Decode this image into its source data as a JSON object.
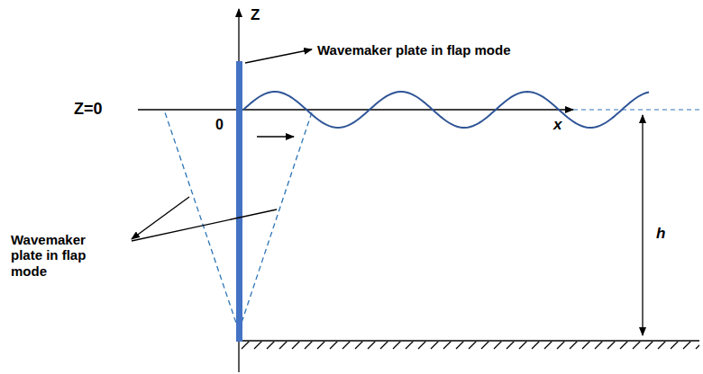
{
  "diagram": {
    "labels": [
      "Z",
      "Wavemaker plate in flap mode",
      "Z=0",
      "0",
      "x",
      "h",
      "Wavemaker plate in flap mode"
    ]
  }
}
